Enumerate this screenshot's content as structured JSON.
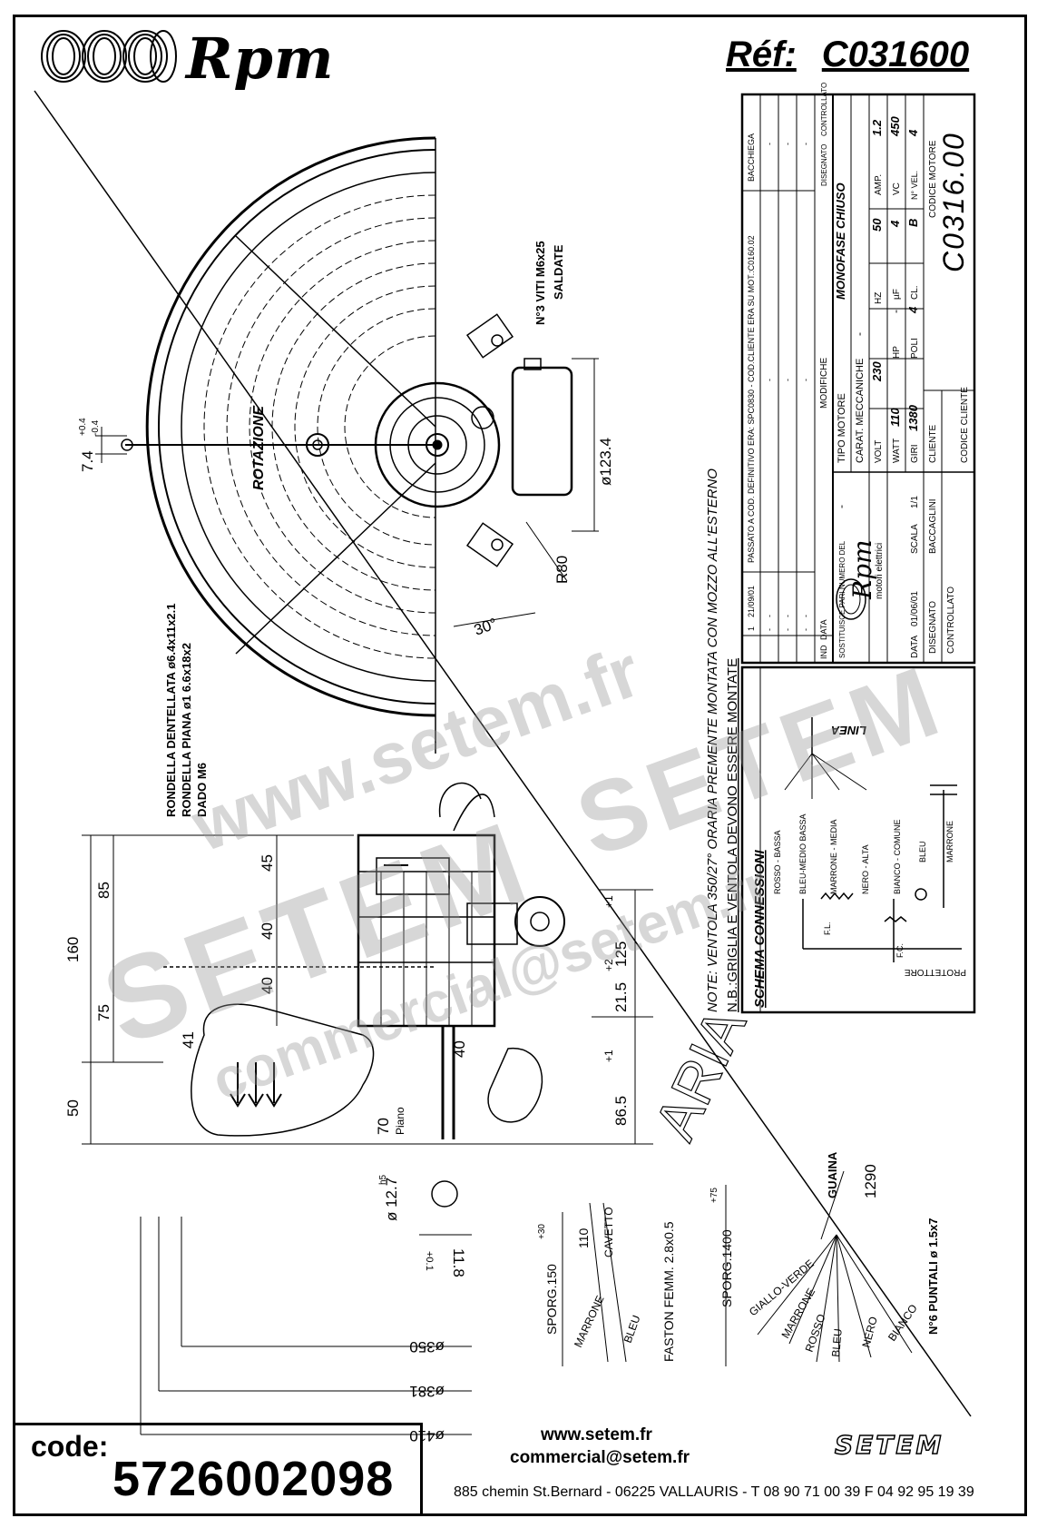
{
  "header": {
    "brand": "Rpm",
    "ref_label": "Réf:",
    "ref_code": "C031600"
  },
  "title_block": {
    "revisions": [
      {
        "ind": "1",
        "data": "21/09/01",
        "modifiche": "PASSATO A COD. DEFINITIVO ERA: SPC0830 - COD.CLIENTE ERA SU MOT.:C0160.02",
        "disegnato": "BACCHIEGA"
      },
      {
        "ind": "-",
        "data": "-",
        "modifiche": "-",
        "disegnato": "-"
      },
      {
        "ind": "-",
        "data": "-",
        "modifiche": "-",
        "disegnato": "-"
      },
      {
        "ind": "-",
        "data": "-",
        "modifiche": "-",
        "disegnato": "-"
      }
    ],
    "col_ind": "IND",
    "col_data": "DATA",
    "col_modifiche": "MODIFICHE",
    "col_disegnato": "DISEGNATO",
    "col_controllato": "CONTROLLATO",
    "company_sub": "motori elettrici",
    "tipo_motore_label": "TIPO MOTORE",
    "tipo_motore": "MONOFASE CHIUSO",
    "carat_label": "CARAT. MECCANICHE",
    "carat": "-",
    "volt_label": "VOLT",
    "volt": "230",
    "hz_label": "HZ",
    "hz": "50",
    "amp_label": "AMP.",
    "amp": "1.2",
    "watt_label": "WATT",
    "watt": "110",
    "hp_label": "HP",
    "hp": "-",
    "uf_label": "µF",
    "uf": "4",
    "vc_label": "VC",
    "vc": "450",
    "giri_label": "GIRI",
    "giri": "1380",
    "poli_label": "POLI",
    "poli": "4",
    "cl_label": "CL.",
    "cl": "B",
    "nvel_label": "N° VEL.",
    "nvel": "4",
    "sostituisce_label": "SOSTITUISCE PARI NUMERO DEL",
    "sostituisce": "-",
    "data_label": "DATA",
    "data": "01/06/01",
    "scala_label": "SCALA",
    "scala": "1/1",
    "disegnato_label": "DISEGNATO",
    "disegnato": "BACCAGLINI",
    "controllato_label": "CONTROLLATO",
    "cliente_label": "CLIENTE",
    "codice_cliente_label": "CODICE CLIENTE",
    "codice_motore_label": "CODICE MOTORE",
    "codice_motore": "C0316.00"
  },
  "schema": {
    "title": "SCHEMA CONNESSIONI",
    "linea": "LINEA",
    "wires": [
      "ROSSO - BASSA",
      "BLEU-MEDIO BASSA",
      "MARRONE - MEDIA",
      "NERO - ALTA",
      "BIANCO - COMUNE",
      "BLEU",
      "MARRONE"
    ],
    "fl": "F.L.",
    "fc": "F.C.",
    "protettore": "PROTETTORE"
  },
  "notes": {
    "line1": "NOTE: VENTOLA 350/27° ORARIA PREMENTE MONTATA CON MOZZO ALL'ESTERNO",
    "line2": "N.B.:GRIGLIA E VENTOLA DEVONO ESSERE MONTATE"
  },
  "drawing": {
    "viti": "N°3 VITI M6x25",
    "saldate": "SALDATE",
    "rotazione": "ROTAZIONE",
    "d123": "ø123.4",
    "r80": "R80",
    "angle30": "30°",
    "d74": "7.4",
    "tol74a": "+0.4",
    "tol74b": "-0.4",
    "rondella1": "RONDELLA DENTELLATA ø6.4x11x2.1",
    "rondella2": "RONDELLA PIANA ø1 6.6x18x2",
    "dado": "DADO M6",
    "d160": "160",
    "d85": "85",
    "d75": "75",
    "d50": "50",
    "d45": "45",
    "d40a": "40",
    "d40b": "40",
    "d41": "41",
    "d40c": "40",
    "d70": "70",
    "piano": "Piano",
    "d125": "125",
    "d125tol": "+1",
    "d215": "21.5",
    "d215tol": "+2",
    "d865": "86.5",
    "d865tol": "+1",
    "d127": "ø 12.7",
    "d127tol": "h5",
    "d118": "11.8",
    "d118tol": "+0.1",
    "d350": "ø350",
    "d381": "ø381",
    "d410": "ø410",
    "sporg150": "SPORG.150",
    "sporg150tol": "+30",
    "d110": "110",
    "cavetto": "CAVETTO",
    "marrone": "MARRONE",
    "bleu": "BLEU",
    "faston": "FASTON FEMM. 2.8x0.5",
    "sporg1400": "SPORG.1400",
    "sporg1400tol": "+75",
    "guaina": "GUAINA",
    "d1290": "1290",
    "leads": [
      "GIALLO-VERDE",
      "MARRONE",
      "ROSSO",
      "BLEU",
      "NERO",
      "BIANCO"
    ],
    "puntali": "N°6 PUNTALI ø 1.5x7",
    "aria": "ARIA"
  },
  "watermark": {
    "url": "www.setem.fr",
    "brand": "SETEM",
    "mail": "commercial@setem.fr"
  },
  "footer": {
    "code_label": "code:",
    "code": "5726002098",
    "website": "www.setem.fr",
    "email": "commercial@setem.fr",
    "address": "885 chemin St.Bernard  -  06225 VALLAURIS  -  T 08 90 71 00 39   F 04 92 95 19 39",
    "logo": "SETEM"
  }
}
